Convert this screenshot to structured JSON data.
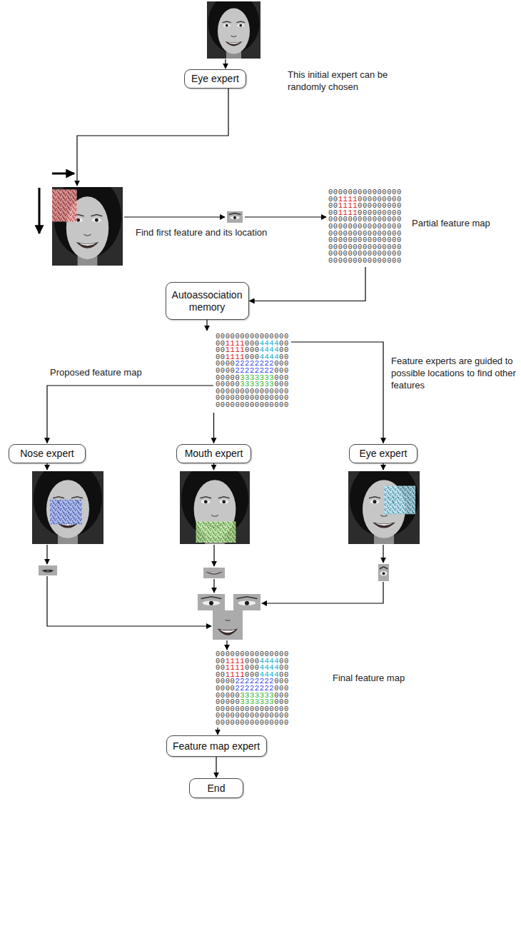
{
  "diagram": {
    "nodes": [
      {
        "text": [
          "Eye expert"
        ]
      },
      {
        "text": [
          "Autoassociation memory"
        ]
      },
      {
        "text": [
          "Nose expert"
        ]
      },
      {
        "text": [
          "Mouth expert"
        ]
      },
      {
        "text": [
          "Eye expert"
        ]
      },
      {
        "text": [
          "Feature map expert"
        ]
      },
      {
        "text": [
          "End"
        ]
      }
    ],
    "edges": [
      {
        "from": 5,
        "to": 6,
        "arrow": "to"
      }
    ],
    "labels": [
      "This initial expert can be randomly chosen",
      "Find first feature and its location",
      "000000000000000",
      "001111000000000",
      "001111000000000",
      "001111000000000",
      "000000000000000",
      "000000000000000",
      "000000000000000",
      "000000000000000",
      "000000000000000",
      "000000000000000",
      "000000000000000",
      "Partial feature map",
      "Proposed feature map",
      "000000000000000",
      "001111000444400",
      "001111000444400",
      "001111000444400",
      "000022222222000",
      "000022222222000",
      "000003333333000",
      "000003333333000",
      "000000000000000",
      "000000000000000",
      "000000000000000",
      "Feature experts are guided to possible locations to find other features",
      "000000000000000",
      "001111000444400",
      "001111000444400",
      "001111000444400",
      "000022222222000",
      "000022222222000",
      "000003333333000",
      "000003333333000",
      "000000000000000",
      "000000000000000",
      "000000000000000",
      "Final feature map"
    ]
  }
}
